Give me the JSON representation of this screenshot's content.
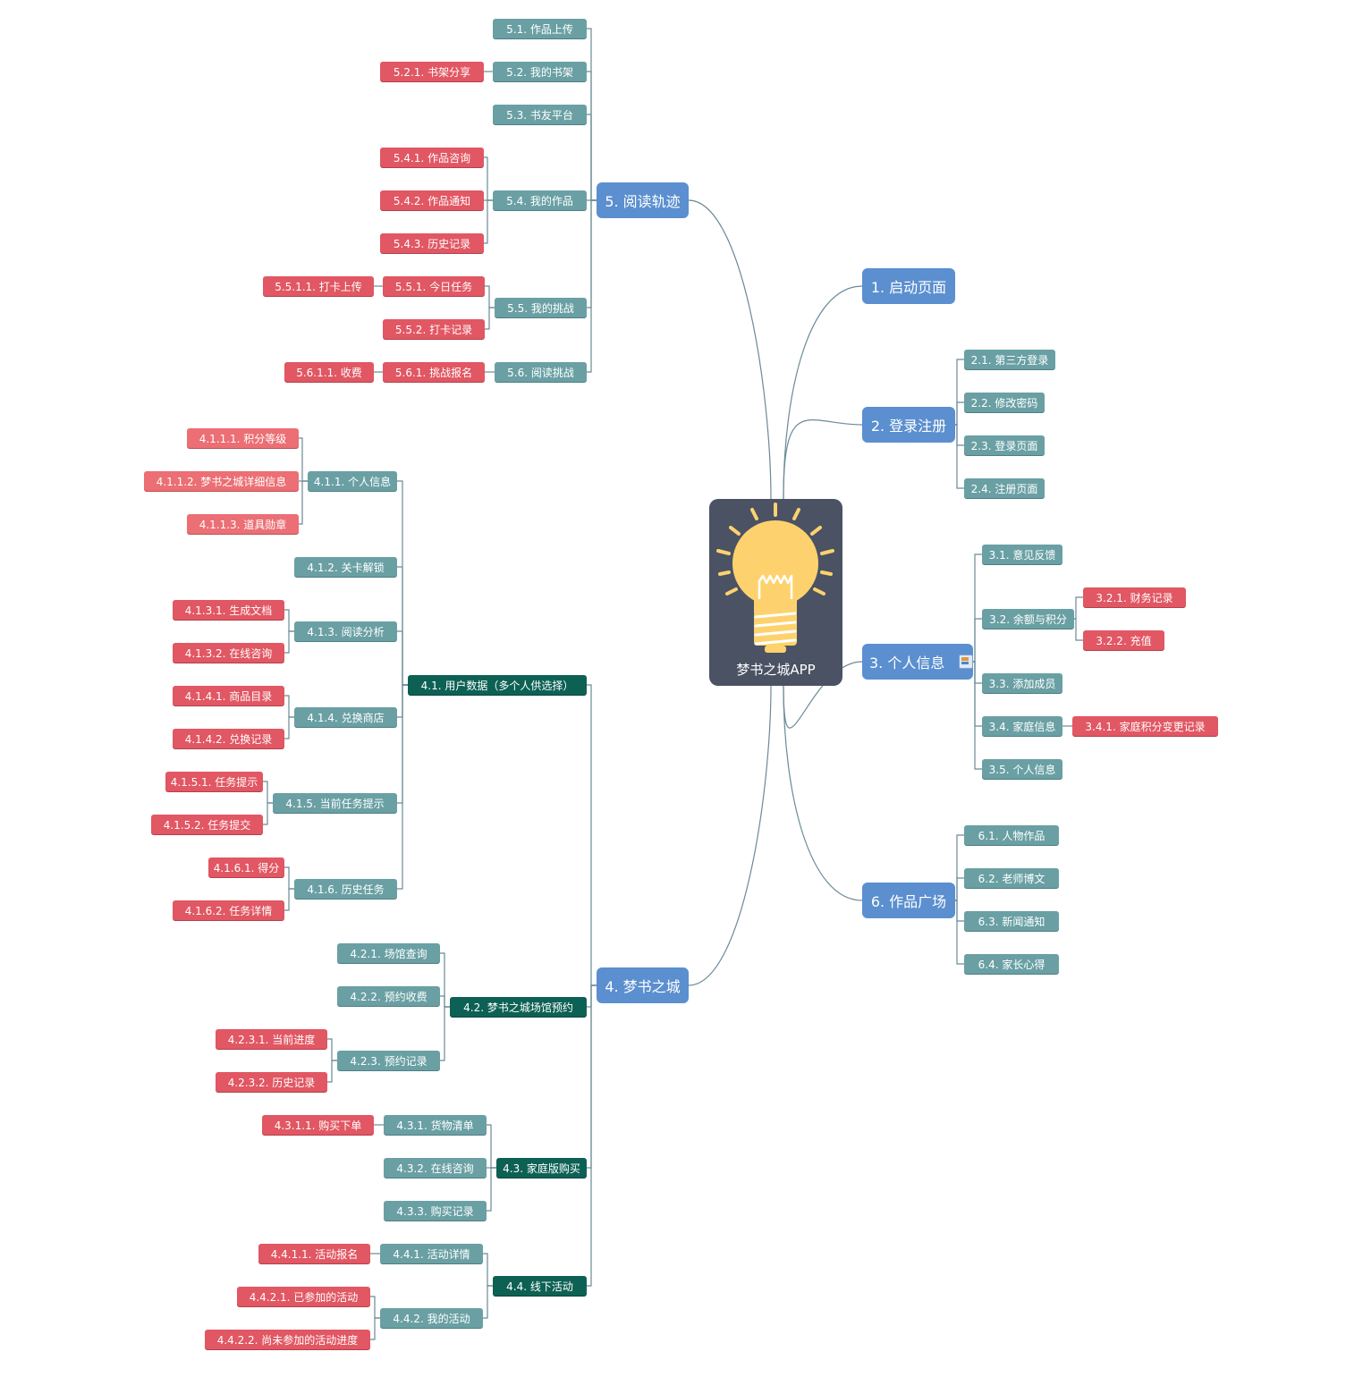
{
  "center": {
    "title": "梦书之城APP",
    "icon": "lightbulb-icon"
  },
  "colors": {
    "main": "#5b8fcf",
    "sub": "#6aa0a4",
    "dark": "#0d6154",
    "red": "#e15763",
    "pink": "#eb6f74",
    "line": "#6b8a96",
    "center_bg": "#4a5264",
    "bulb": "#fdd26e"
  },
  "nodes": {
    "n1": "1. 启动页面",
    "n2": "2. 登录注册",
    "n2_1": "2.1. 第三方登录",
    "n2_2": "2.2. 修改密码",
    "n2_3": "2.3. 登录页面",
    "n2_4": "2.4. 注册页面",
    "n3": "3. 个人信息",
    "n3_1": "3.1. 意见反馈",
    "n3_2": "3.2. 余额与积分",
    "n3_2_1": "3.2.1.  财务记录",
    "n3_2_2": "3.2.2.  充值",
    "n3_3": "3.3. 添加成员",
    "n3_4": "3.4. 家庭信息",
    "n3_4_1": "3.4.1.  家庭积分变更记录",
    "n3_5": "3.5. 个人信息",
    "n6": "6. 作品广场",
    "n6_1": "6.1.  人物作品",
    "n6_2": "6.2.  老师博文",
    "n6_3": "6.3.  新闻通知",
    "n6_4": "6.4.  家长心得",
    "n5": "5. 阅读轨迹",
    "n5_1": "5.1.  作品上传",
    "n5_2": "5.2.  我的书架",
    "n5_2_1": "5.2.1.  书架分享",
    "n5_3": "5.3.  书友平台",
    "n5_4": "5.4.  我的作品",
    "n5_4_1": "5.4.1.  作品咨询",
    "n5_4_2": "5.4.2.  作品通知",
    "n5_4_3": "5.4.3.  历史记录",
    "n5_5": "5.5.  我的挑战",
    "n5_5_1": "5.5.1.  今日任务",
    "n5_5_1_1": "5.5.1.1.  打卡上传",
    "n5_5_2": "5.5.2.  打卡记录",
    "n5_6": "5.6.  阅读挑战",
    "n5_6_1": "5.6.1.  挑战报名",
    "n5_6_1_1": "5.6.1.1.  收费",
    "n4": "4. 梦书之城",
    "n4_1": "4.1.  用户数据（多个人供选择）",
    "n4_1_1": "4.1.1. 个人信息",
    "n4_1_1_1": "4.1.1.1.  积分等级",
    "n4_1_1_2": "4.1.1.2.  梦书之城详细信息",
    "n4_1_1_3": "4.1.1.3.  道具勋章",
    "n4_1_2": "4.1.2.  关卡解锁",
    "n4_1_3": "4.1.3.  阅读分析",
    "n4_1_3_1": "4.1.3.1.  生成文档",
    "n4_1_3_2": "4.1.3.2.  在线咨询",
    "n4_1_4": "4.1.4.  兑换商店",
    "n4_1_4_1": "4.1.4.1.  商品目录",
    "n4_1_4_2": "4.1.4.2.  兑换记录",
    "n4_1_5": "4.1.5.  当前任务提示",
    "n4_1_5_1": "4.1.5.1. 任务提示",
    "n4_1_5_2": "4.1.5.2.  任务提交",
    "n4_1_6": "4.1.6.  历史任务",
    "n4_1_6_1": "4.1.6.1. 得分",
    "n4_1_6_2": "4.1.6.2.  任务详情",
    "n4_2": "4.2.  梦书之城场馆预约",
    "n4_2_1": "4.2.1.  场馆查询",
    "n4_2_2": "4.2.2.  预约收费",
    "n4_2_3": "4.2.3.  预约记录",
    "n4_2_3_1": "4.2.3.1.  当前进度",
    "n4_2_3_2": "4.2.3.2.  历史记录",
    "n4_3": "4.3. 家庭版购买",
    "n4_3_1": "4.3.1.  货物清单",
    "n4_3_1_1": "4.3.1.1.  购买下单",
    "n4_3_2": "4.3.2.  在线咨询",
    "n4_3_3": "4.3.3.  购买记录",
    "n4_4": "4.4.  线下活动",
    "n4_4_1": "4.4.1.  活动详情",
    "n4_4_1_1": "4.4.1.1.  活动报名",
    "n4_4_2": "4.4.2.  我的活动",
    "n4_4_2_1": "4.4.2.1.  已参加的活动",
    "n4_4_2_2": "4.4.2.2.  尚未参加的活动进度"
  }
}
